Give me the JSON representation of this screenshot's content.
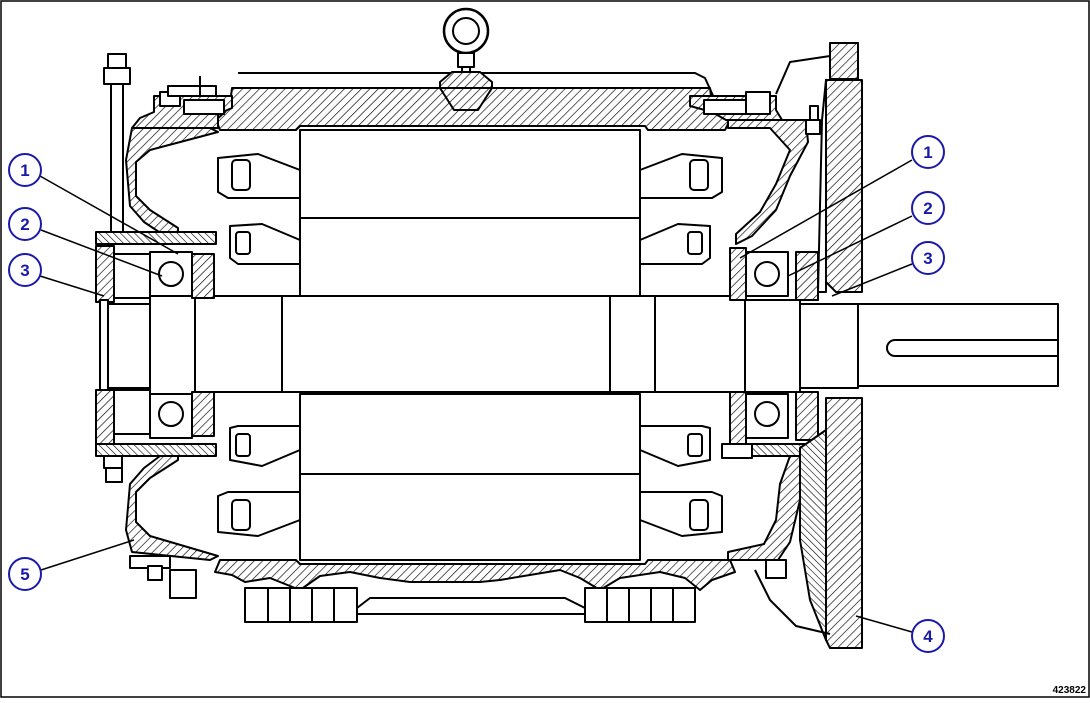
{
  "drawing": {
    "id": "423822"
  },
  "callouts": [
    {
      "label": "1"
    },
    {
      "label": "2"
    },
    {
      "label": "3"
    },
    {
      "label": "5"
    },
    {
      "label": "1"
    },
    {
      "label": "2"
    },
    {
      "label": "3"
    },
    {
      "label": "4"
    }
  ],
  "colors": {
    "line": "#000000",
    "callout_ring": "#1a1aa8",
    "background": "#ffffff"
  }
}
